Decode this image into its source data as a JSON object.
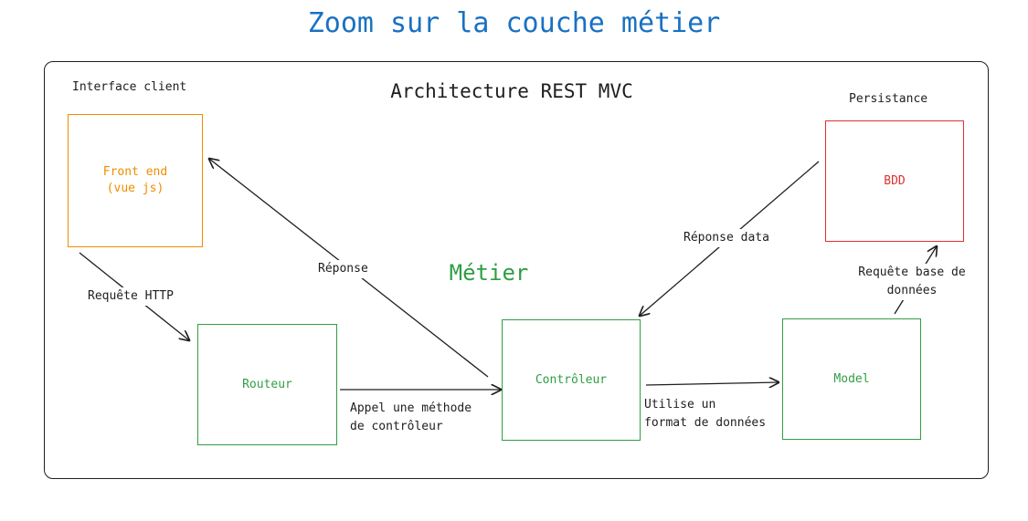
{
  "title": "Zoom sur la couche métier",
  "architecture_title": "Architecture REST MVC",
  "layer_label": "Métier",
  "captions": {
    "client": "Interface client",
    "persistence": "Persistance"
  },
  "nodes": {
    "frontend": "Front end\n(vue js)",
    "bdd": "BDD",
    "routeur": "Routeur",
    "controleur": "Contrôleur",
    "model": "Model"
  },
  "edges": {
    "requete_http": "Requête HTTP",
    "reponse": "Réponse",
    "reponse_data": "Réponse data",
    "requete_bdd": "Requête base de\ndonnées",
    "appel_methode": "Appel une méthode\nde contrôleur",
    "format_donnees": "Utilise un\nformat de données"
  },
  "colors": {
    "title": "#1971c2",
    "client": "#f08c00",
    "metier": "#2f9e44",
    "persistence": "#e03131",
    "stroke": "#1e1e1e"
  }
}
